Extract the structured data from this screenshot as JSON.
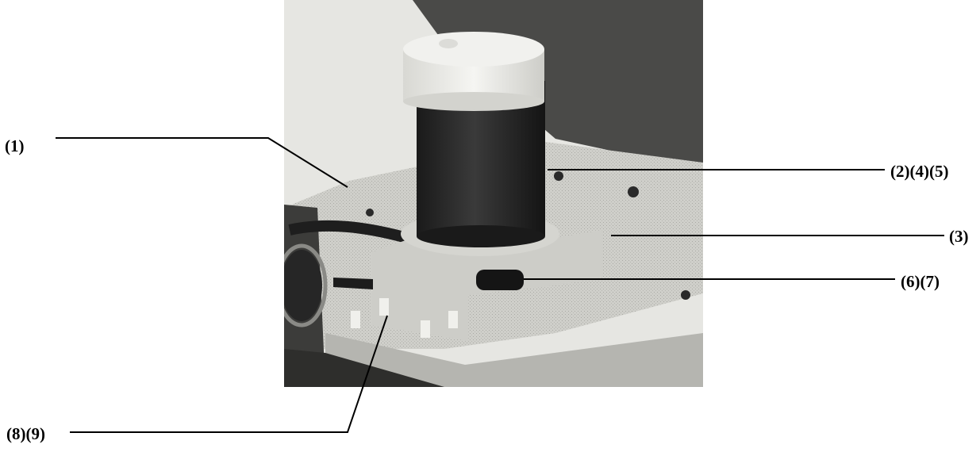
{
  "figure": {
    "callouts": [
      {
        "id": "c1",
        "label": "(1)"
      },
      {
        "id": "c2",
        "label": "(2)(4)(5)"
      },
      {
        "id": "c3",
        "label": "(3)"
      },
      {
        "id": "c4",
        "label": "(6)(7)"
      },
      {
        "id": "c5",
        "label": "(8)(9)"
      }
    ],
    "colors": {
      "ink": "#000000",
      "motor_cap": "#eeeeea",
      "motor_body": "#2b2b2b",
      "plate": "#c9c9c4",
      "backdrop": "#4a4a48"
    }
  }
}
